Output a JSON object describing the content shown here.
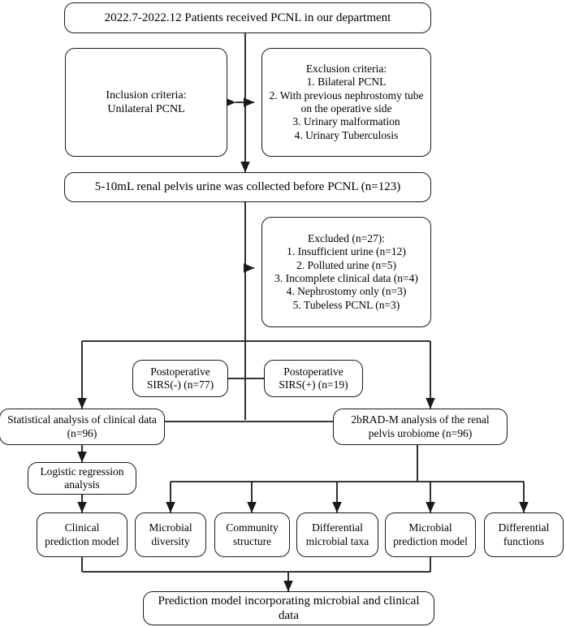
{
  "diagram": {
    "title": "PCNL renal pelvis urobiome study flowchart",
    "type": "flowchart",
    "line_color": "#1a1a1a",
    "background": "#ffffff"
  },
  "nodes": {
    "enrollment": {
      "label": "2022.7-2022.12 Patients received PCNL in our department"
    },
    "inclusion": {
      "label": "Inclusion criteria:\nUnilateral PCNL"
    },
    "exclusion": {
      "label": "Exclusion criteria:\n1. Bilateral PCNL\n2. With previous nephrostomy tube\non the operative side\n3. Urinary malformation\n4. Urinary Tuberculosis"
    },
    "collection": {
      "label": "5-10mL renal pelvis urine was collected before PCNL (n=123)"
    },
    "excluded": {
      "label": "Excluded (n=27):\n1. Insufficient urine (n=12)\n2. Polluted urine (n=5)\n3. Incomplete clinical data (n=4)\n4. Nephrostomy only (n=3)\n5. Tubeless PCNL (n=3)"
    },
    "sirs_negative": {
      "label": "Postoperative\nSIRS(-) (n=77)"
    },
    "sirs_positive": {
      "label": "Postoperative\nSIRS(+) (n=19)"
    },
    "clinical_analysis": {
      "label": "Statistical analysis of clinical data\n(n=96)"
    },
    "urobiome_analysis": {
      "label": "2bRAD-M analysis of the renal\npelvis urobiome (n=96)"
    },
    "logistic": {
      "label": "Logistic regression\nanalysis"
    },
    "clinical_model": {
      "label": "Clinical\nprediction model"
    },
    "microbial_diversity": {
      "label": "Microbial\ndiversity"
    },
    "community_structure": {
      "label": "Community\nstructure"
    },
    "differential_taxa": {
      "label": "Differential\nmicrobial taxa"
    },
    "microbial_model": {
      "label": "Microbial\nprediction model"
    },
    "differential_functions": {
      "label": "Differential\nfunctions"
    },
    "final_model": {
      "label": "Prediction model incorporating microbial and clinical data"
    }
  }
}
